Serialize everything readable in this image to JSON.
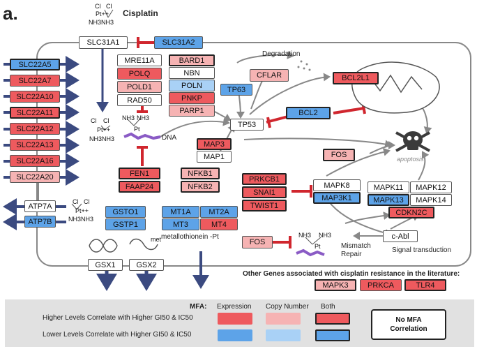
{
  "panel_label": "a.",
  "colors": {
    "red": "#ee5a5e",
    "pink": "#f6b3b3",
    "blue": "#5da3e8",
    "light_blue": "#a9d1f6",
    "arrow": "#3b4a80",
    "inhibit": "#d0262e",
    "cell": "#777777",
    "legend_bg": "#e1e1e1"
  },
  "cisplatin": {
    "label": "Cisplatin",
    "cl1": "Cl",
    "cl2": "Cl",
    "pt": "Pt++",
    "nh": "NH3NH3"
  },
  "transporters_in": [
    "SLC22A5",
    "SLC22A7",
    "SLC22A10",
    "SLC22A11",
    "SLC22A12",
    "SLC22A13",
    "SLC22A16",
    "SLC22A20"
  ],
  "uptake": {
    "slc31a1": "SLC31A1",
    "slc31a2": "SLC31A2"
  },
  "efflux": {
    "atp7a": "ATP7A",
    "atp7b": "ATP7B"
  },
  "dna_repair": {
    "col1": [
      "MRE11A",
      "POLQ",
      "POLD1",
      "RAD50"
    ],
    "col2": [
      "BARD1",
      "NBN",
      "POLN",
      "PNKP",
      "PARP1"
    ]
  },
  "dna_label": "DNA",
  "fen_group": [
    "FEN1",
    "FAAP24"
  ],
  "map_group": {
    "map3": "MAP3",
    "map1": "MAP1"
  },
  "nfkb_group": [
    "NFKB1",
    "NFKB2"
  ],
  "tp53_group": {
    "tp63": "TP63",
    "tp53": "TP53",
    "cflar": "CFLAR",
    "bcl2": "BCL2",
    "bcl2l1": "BCL2L1"
  },
  "degradation": "Degradation",
  "fos_top": "FOS",
  "apoptosis": "apoptosis",
  "snai_group": [
    "PRKCB1",
    "SNAI1",
    "TWIST1"
  ],
  "mapk8_group": {
    "mapk8": "MAPK8",
    "map3k1": "MAP3K1"
  },
  "mapk_grid": [
    "MAPK11",
    "MAPK12",
    "MAPK13",
    "MAPK14"
  ],
  "cdkn2c": "CDKN2C",
  "cabl": "c-Abl",
  "fos_bottom": "FOS",
  "mismatch_repair": "Mismatch\nRepair",
  "signal_transduction": "Signal transduction",
  "gst_group": [
    "GSTO1",
    "GSTP1"
  ],
  "mt_group": [
    "MT1A",
    "MT2A",
    "MT3",
    "MT4"
  ],
  "metallothionein": "metallothionein -Pt",
  "met_label": "met",
  "gsx": [
    "GSX1",
    "GSX2"
  ],
  "other_genes": {
    "title": "Other Genes associated with cisplatin resistance in the literature:",
    "genes": [
      "MAPK3",
      "PRKCA",
      "TLR4"
    ]
  },
  "legend": {
    "mfa": "MFA:",
    "col_expression": "Expression",
    "col_copy": "Copy Number",
    "col_both": "Both",
    "row_higher": "Higher Levels Correlate with Higher GI50 & IC50",
    "row_lower": "Lower Levels Correlate with Higher GI50 & IC50",
    "no_mfa": "No MFA\nCorrelation"
  }
}
